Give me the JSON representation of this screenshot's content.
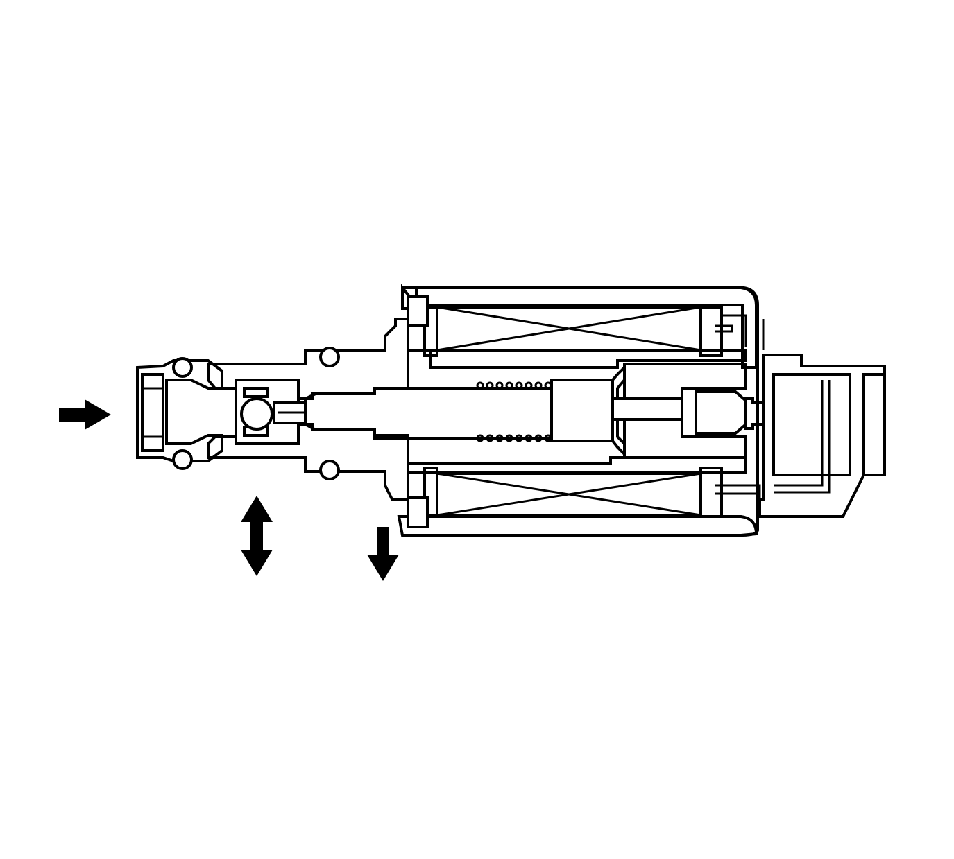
{
  "diagram": {
    "subject": "solenoid-valve-cross-section",
    "palette": {
      "line": "#000000",
      "background": "#ffffff"
    },
    "flow_arrows": [
      {
        "id": "inlet",
        "direction": "right"
      },
      {
        "id": "control",
        "direction": "up-down"
      },
      {
        "id": "exhaust",
        "direction": "down"
      }
    ]
  }
}
